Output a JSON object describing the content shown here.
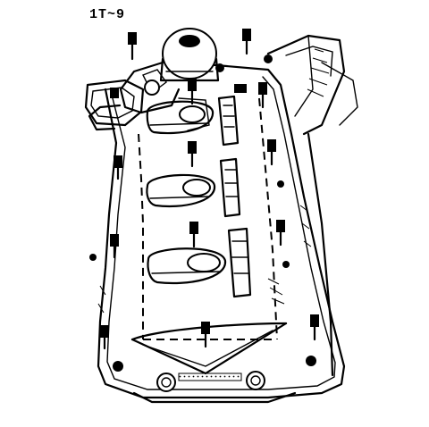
{
  "figure": {
    "corner_mark": "1T~9",
    "ink_color": "#000000",
    "paper_color": "#ffffff"
  },
  "parts": {
    "bolts_count": 21,
    "port_openings": 3
  }
}
